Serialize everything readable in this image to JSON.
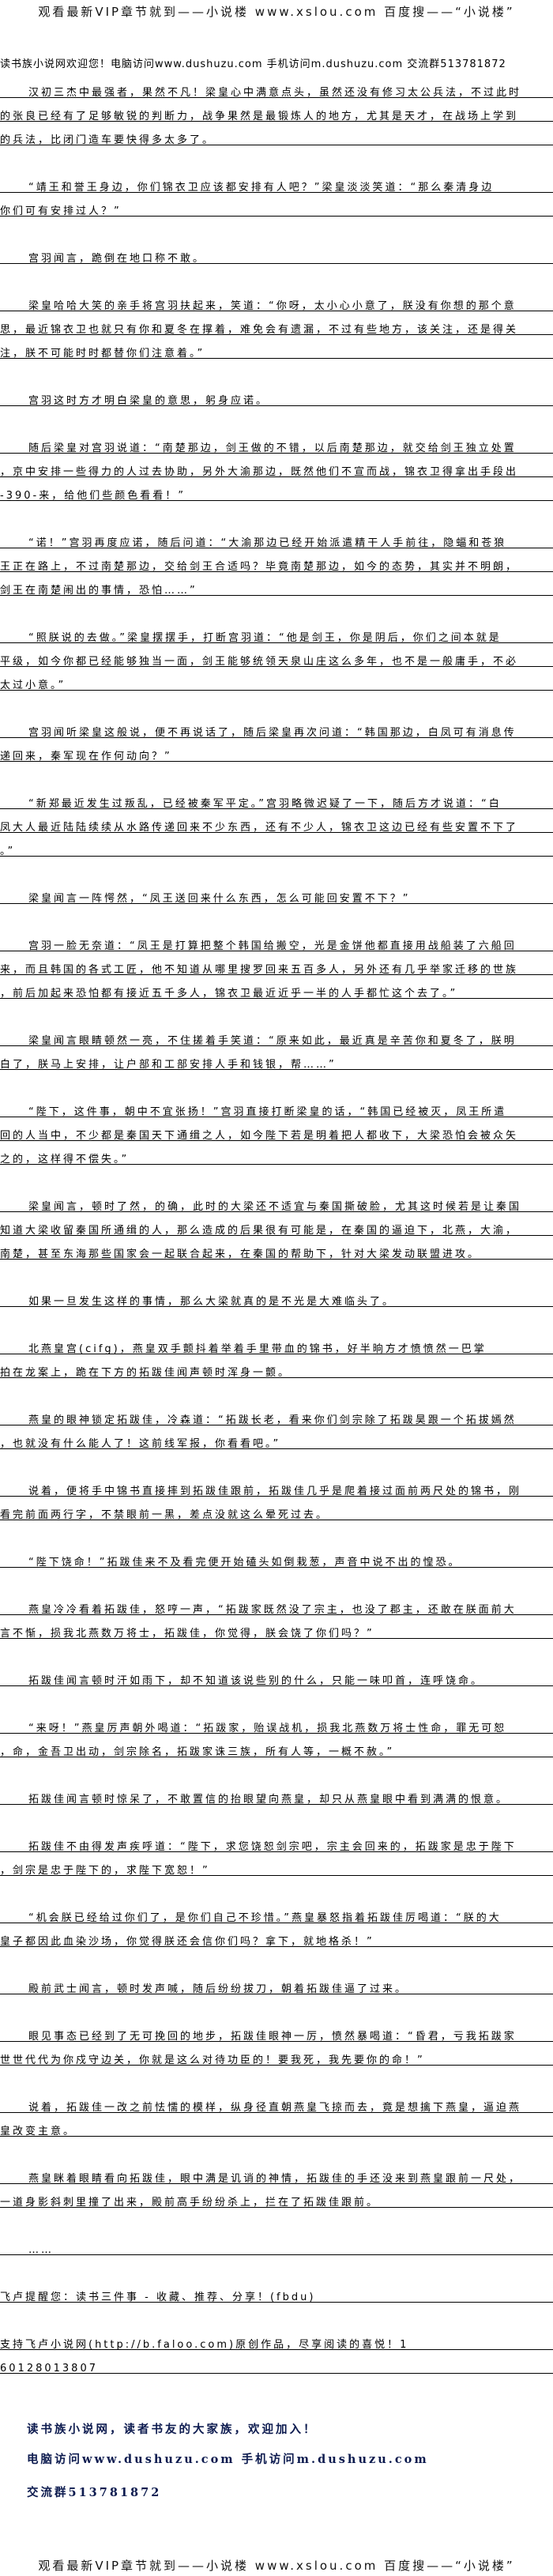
{
  "banner": "观看最新VIP章节就到——小说楼 www.xslou.com 百度搜——“小说楼”",
  "intro": "读书族小说网欢迎您！电脑访问www.dushuzu.com 手机访问m.dushuzu.com 交流群513781872",
  "paragraphs": [
    {
      "indent": true,
      "lines": [
        "汉初三杰中最强者，果然不凡！梁皇心中满意点头，虽然还没有修习太公兵法，不过此时",
        "的张良已经有了足够敏锐的判断力，战争果然是最锻炼人的地方，尤其是天才，在战场上学到",
        "的兵法，比闭门造车要快得多太多了。"
      ]
    },
    {
      "indent": true,
      "lines": [
        "“靖王和誉王身边，你们锦衣卫应该都安排有人吧？”梁皇淡淡笑道：“那么秦清身边",
        "你们可有安排过人？”"
      ]
    },
    {
      "indent": true,
      "lines": [
        "宫羽闻言，跪倒在地口称不敢。"
      ]
    },
    {
      "indent": true,
      "lines": [
        "梁皇哈哈大笑的亲手将宫羽扶起来，笑道：“你呀，太小心小意了，朕没有你想的那个意",
        "思，最近锦衣卫也就只有你和夏冬在撑着，难免会有遗漏，不过有些地方，该关注，还是得关",
        "注，朕不可能时时都替你们注意着。”"
      ]
    },
    {
      "indent": true,
      "lines": [
        "宫羽这时方才明白梁皇的意思，躬身应诺。"
      ]
    },
    {
      "indent": true,
      "lines": [
        "随后梁皇对宫羽说道：“南楚那边，剑王做的不错，以后南楚那边，就交给剑王独立处置",
        "，京中安排一些得力的人过去协助，另外大渝那边，既然他们不宣而战，锦衣卫得拿出手段出",
        "-390-来，给他们些颜色看看！”"
      ]
    },
    {
      "indent": true,
      "lines": [
        "“诺！”宫羽再度应诺，随后问道：“大渝那边已经开始派遣精干人手前往，隐蝠和苍狼",
        "王正在路上，不过南楚那边，交给剑王合适吗？毕竟南楚那边，如今的态势，其实并不明朗，",
        "剑王在南楚闹出的事情，恐怕……”"
      ]
    },
    {
      "indent": true,
      "lines": [
        "“照朕说的去做。”梁皇摆摆手，打断宫羽道：“他是剑王，你是阴后，你们之间本就是",
        "平级，如今你都已经能够独当一面，剑王能够统领天泉山庄这么多年，也不是一般庸手，不必",
        "太过小意。”"
      ]
    },
    {
      "indent": true,
      "lines": [
        "宫羽闻听梁皇这般说，便不再说话了，随后梁皇再次问道：“韩国那边，白凤可有消息传",
        "递回来，秦军现在作何动向？”"
      ]
    },
    {
      "indent": true,
      "lines": [
        "“新郑最近发生过叛乱，已经被秦军平定。”宫羽略微迟疑了一下，随后方才说道：“白",
        "凤大人最近陆陆续续从水路传递回来不少东西，还有不少人，锦衣卫这边已经有些安置不下了",
        "。”"
      ]
    },
    {
      "indent": true,
      "lines": [
        "梁皇闻言一阵愕然，“凤王送回来什么东西，怎么可能回安置不下？”"
      ]
    },
    {
      "indent": true,
      "lines": [
        "宫羽一脸无奈道：“凤王是打算把整个韩国给搬空，光是金饼他都直接用战船装了六船回",
        "来，而且韩国的各式工匠，他不知道从哪里搜罗回来五百多人，另外还有几乎举家迁移的世族",
        "，前后加起来恐怕都有接近五千多人，锦衣卫最近近乎一半的人手都忙这个去了。”"
      ]
    },
    {
      "indent": true,
      "lines": [
        "梁皇闻言眼睛顿然一亮，不住搓着手笑道：“原来如此，最近真是辛苦你和夏冬了，朕明",
        "白了，朕马上安排，让户部和工部安排人手和钱银，帮……”"
      ]
    },
    {
      "indent": true,
      "lines": [
        "“陛下，这件事，朝中不宜张扬！”宫羽直接打断梁皇的话，“韩国已经被灭，凤王所遣",
        "回的人当中，不少都是秦国天下通缉之人，如今陛下若是明着把人都收下，大梁恐怕会被众矢",
        "之的，这样得不偿失。”"
      ]
    },
    {
      "indent": true,
      "lines": [
        "梁皇闻言，顿时了然，的确，此时的大梁还不适宜与秦国撕破脸，尤其这时候若是让秦国",
        "知道大梁收留秦国所通缉的人，那么造成的后果很有可能是，在秦国的逼迫下，北燕，大渝，",
        "南楚，甚至东海那些国家会一起联合起来，在秦国的帮助下，针对大梁发动联盟进攻。"
      ]
    },
    {
      "indent": true,
      "lines": [
        "如果一旦发生这样的事情，那么大梁就真的是不光是大难临头了。"
      ]
    },
    {
      "indent": true,
      "lines": [
        "北燕皇宫(cifg)，燕皇双手颤抖着举着手里带血的锦书，好半晌方才愤愤然一巴掌",
        "拍在龙案上，跪在下方的拓跋佳闻声顿时浑身一颤。"
      ]
    },
    {
      "indent": true,
      "lines": [
        "燕皇的眼神锁定拓跋佳，冷森道：“拓跋长老，看来你们剑宗除了拓跋昊跟一个拓拔嫣然",
        "，也就没有什么能人了！这前线军报，你看看吧。”"
      ]
    },
    {
      "indent": true,
      "lines": [
        "说着，便将手中锦书直接摔到拓跋佳跟前，拓跋佳几乎是爬着接过面前两尺处的锦书，刚",
        "看完前面两行字，不禁眼前一黑，差点没就这么晕死过去。"
      ]
    },
    {
      "indent": true,
      "lines": [
        "“陛下饶命！”拓跋佳来不及看完便开始磕头如倒栽葱，声音中说不出的惶恐。"
      ]
    },
    {
      "indent": true,
      "lines": [
        "燕皇冷冷看着拓跋佳，怒哼一声，“拓跋家既然没了宗主，也没了郡主，还敢在朕面前大",
        "言不惭，损我北燕数万将士，拓跋佳，你觉得，朕会饶了你们吗？”"
      ]
    },
    {
      "indent": true,
      "lines": [
        "拓跋佳闻言顿时汗如雨下，却不知道该说些别的什么，只能一味叩首，连呼饶命。"
      ]
    },
    {
      "indent": true,
      "lines": [
        "“来呀！”燕皇厉声朝外喝道：“拓跋家，贻误战机，损我北燕数万将士性命，罪无可恕",
        "，命，金吾卫出动，剑宗除名，拓跋家诛三族，所有人等，一概不赦。”"
      ]
    },
    {
      "indent": true,
      "lines": [
        "拓跋佳闻言顿时惊呆了，不敢置信的抬眼望向燕皇，却只从燕皇眼中看到满满的恨意。"
      ]
    },
    {
      "indent": true,
      "lines": [
        "拓跋佳不由得发声疾呼道：“陛下，求您饶恕剑宗吧，宗主会回来的，拓跋家是忠于陛下",
        "，剑宗是忠于陛下的，求陛下宽恕！”"
      ]
    },
    {
      "indent": true,
      "lines": [
        "“机会朕已经给过你们了，是你们自己不珍惜。”燕皇暴怒指着拓跋佳厉喝道：“朕的大",
        "皇子都因此血染沙场，你觉得朕还会信你们吗？拿下，就地格杀！”"
      ]
    },
    {
      "indent": true,
      "lines": [
        "殿前武士闻言，顿时发声喊，随后纷纷拔刀，朝着拓跋佳逼了过来。"
      ]
    },
    {
      "indent": true,
      "lines": [
        "眼见事态已经到了无可挽回的地步，拓跋佳眼神一厉，愤然暴喝道：“昏君，亏我拓跋家",
        "世世代代为你戍守边关，你就是这么对待功臣的！要我死，我先要你的命！”"
      ]
    },
    {
      "indent": true,
      "lines": [
        "说着，拓跋佳一改之前怯懦的模样，纵身径直朝燕皇飞掠而去，竟是想擒下燕皇，逼迫燕",
        "皇改变主意。"
      ]
    },
    {
      "indent": true,
      "lines": [
        "燕皇眯着眼睛看向拓跋佳，眼中满是讥诮的神情，拓跋佳的手还没来到燕皇跟前一尺处，",
        "一道身影斜刺里撞了出来，殿前高手纷纷杀上，拦在了拓跋佳跟前。"
      ]
    },
    {
      "indent": true,
      "lines": [
        "……"
      ]
    },
    {
      "indent": false,
      "lines": [
        "飞卢提醒您：读书三件事 - 收藏、推荐、分享！(fbdu)"
      ]
    },
    {
      "indent": false,
      "lines": [
        "支持飞卢小说网(http://b.faloo.com)原创作品，尽享阅读的喜悦！1",
        "60128013807"
      ]
    }
  ],
  "footer": {
    "line1": "读书族小说网，读者书友的大家族，欢迎加入！",
    "line2": "电脑访问www.dushuzu.com 手机访问m.dushuzu.com",
    "line3": "交流群513781872"
  },
  "colors": {
    "footer_text": "#0d1b4f",
    "rule": "#000000"
  }
}
